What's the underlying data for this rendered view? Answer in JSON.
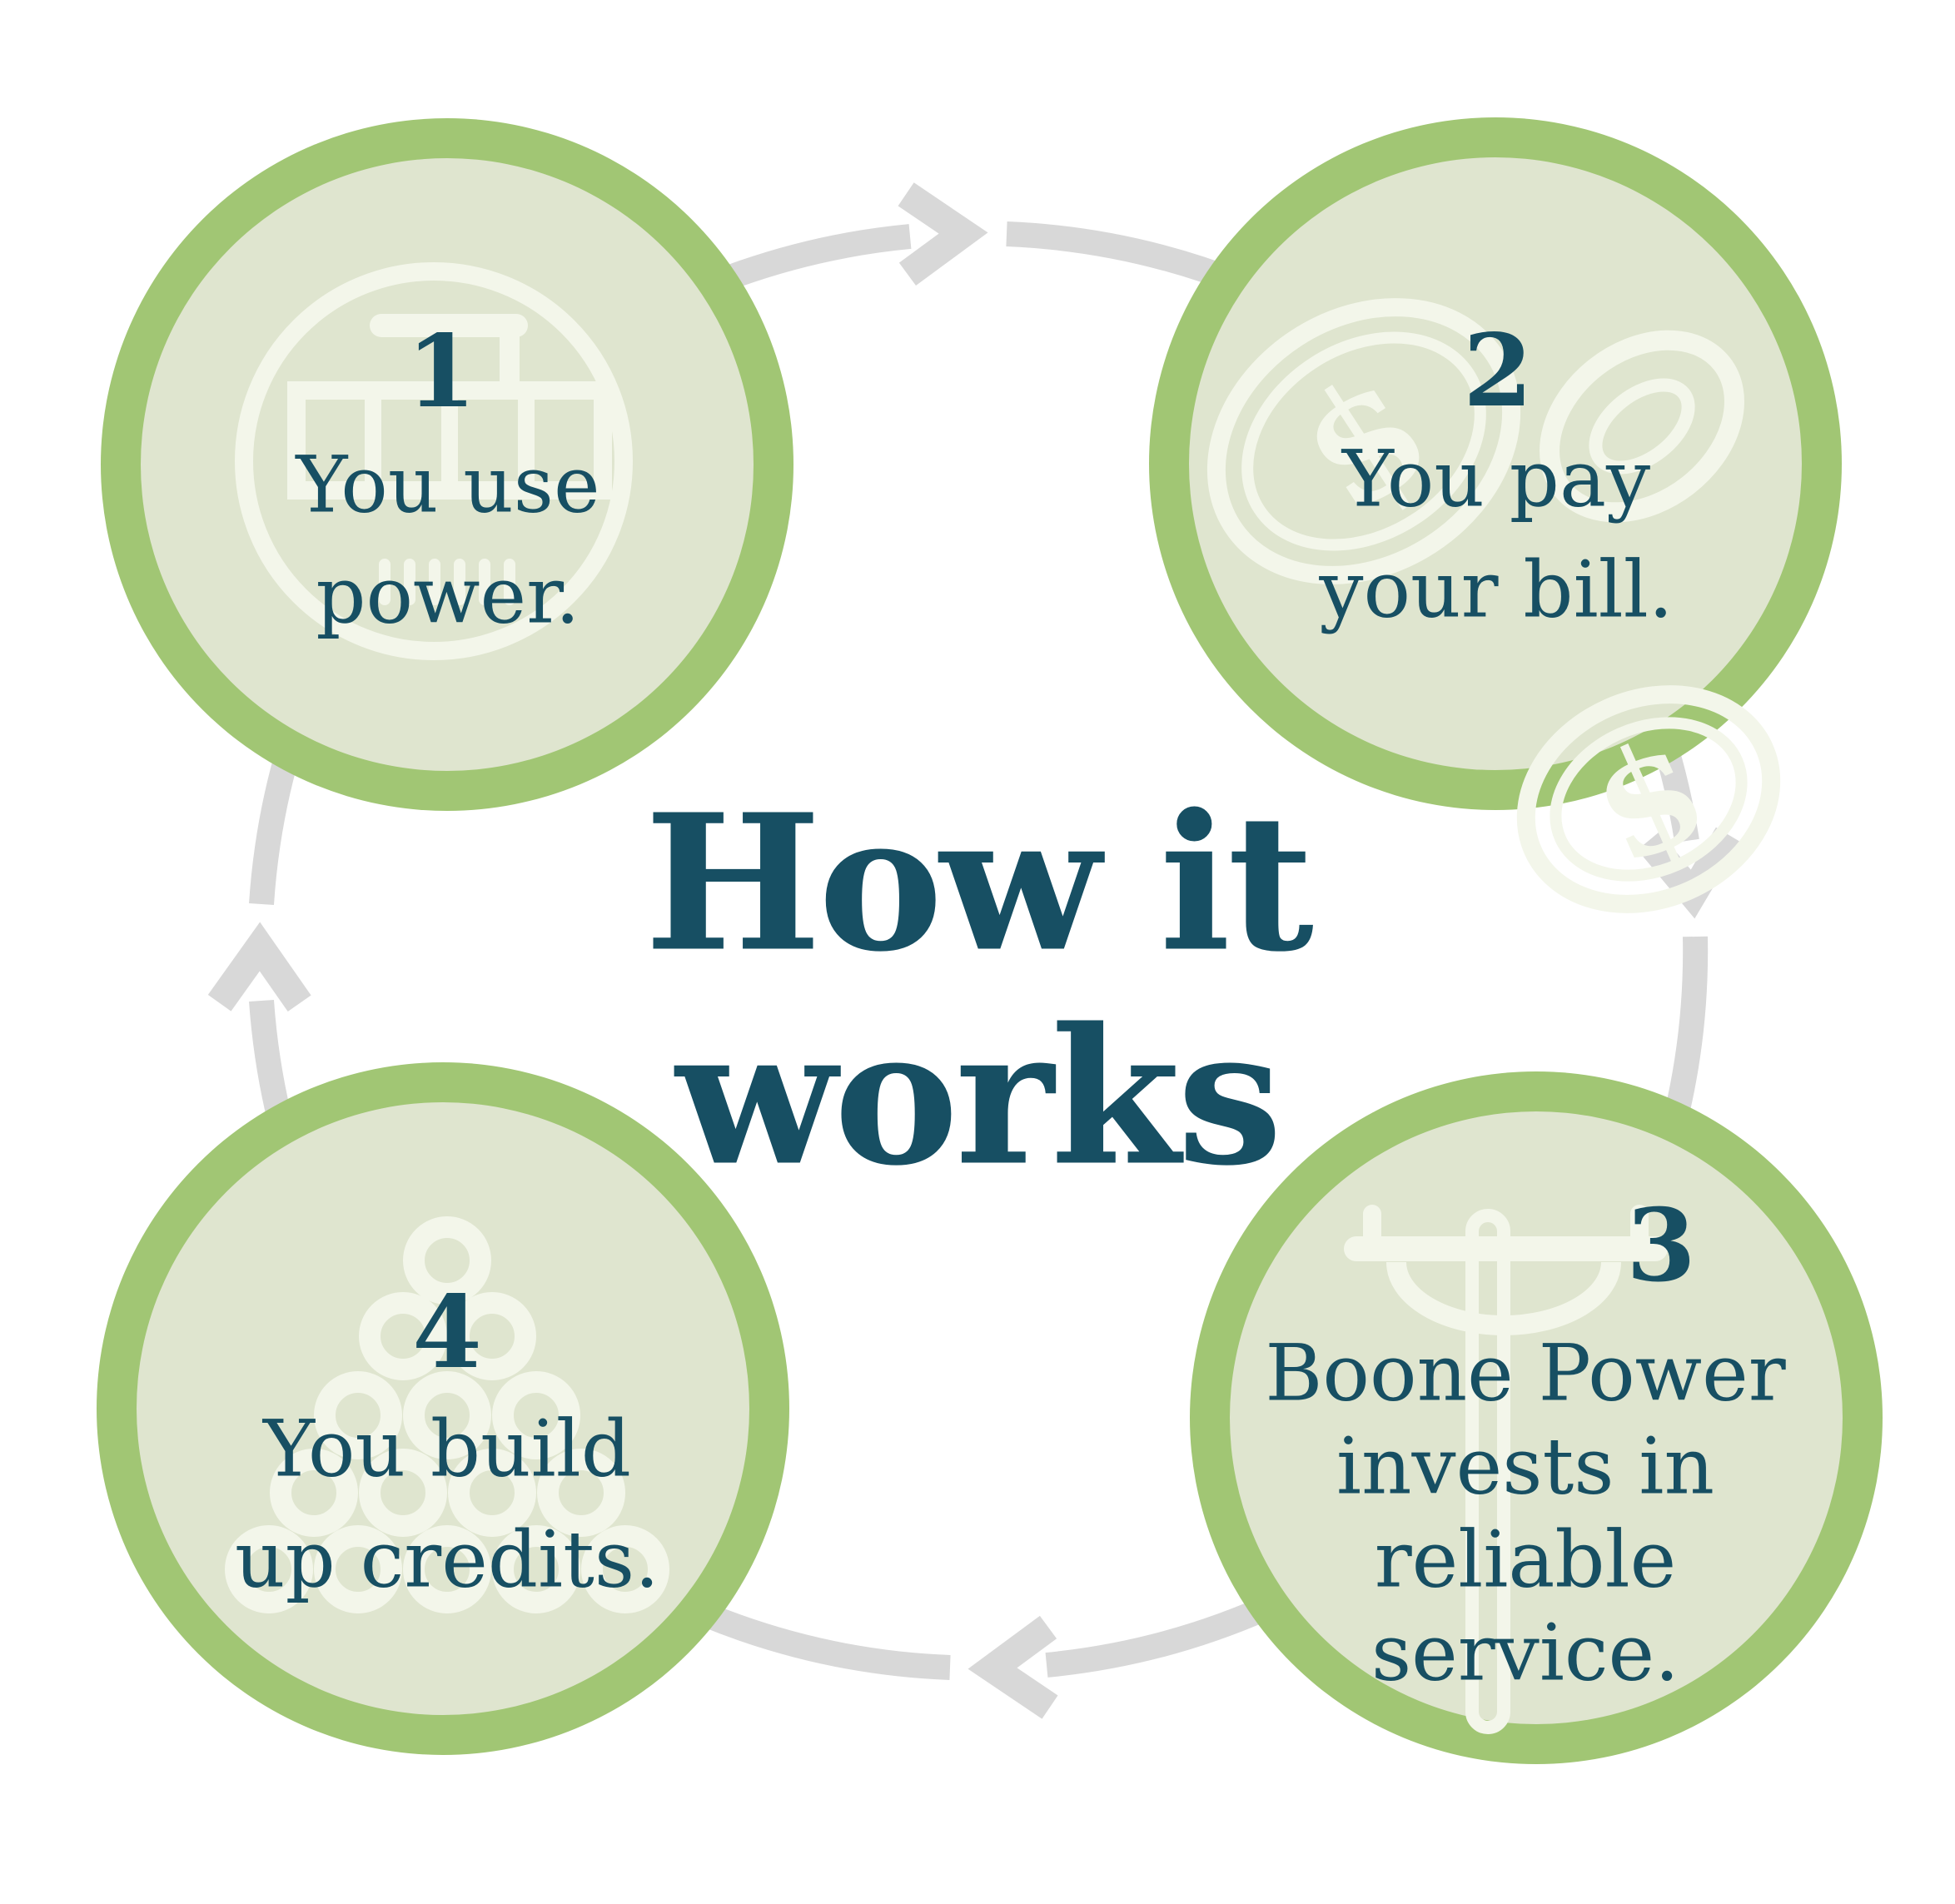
{
  "title": {
    "line1": "How it",
    "line2": "works"
  },
  "steps": [
    {
      "number": "1",
      "label_lines": [
        "You use",
        "power."
      ],
      "icon": "electric-meter-icon"
    },
    {
      "number": "2",
      "label_lines": [
        "You pay",
        "your bill."
      ],
      "icon": "coins-icon",
      "icon_symbol": "$"
    },
    {
      "number": "3",
      "label_lines": [
        "Boone Power",
        "invests in",
        "reliable",
        "service."
      ],
      "icon": "utility-pole-icon"
    },
    {
      "number": "4",
      "label_lines": [
        "You build",
        "up credits."
      ],
      "icon": "coin-pyramid-icon"
    }
  ],
  "flow": {
    "type": "cycle",
    "direction": "clockwise",
    "arrow_count": 4
  },
  "colors": {
    "circle_border_green": "#a1c674",
    "circle_fill_green": "#dfe5cf",
    "icon_line": "#f3f6ea",
    "text_teal": "#174f63",
    "arrow_gray": "#d8d8d8",
    "background": "#ffffff"
  }
}
